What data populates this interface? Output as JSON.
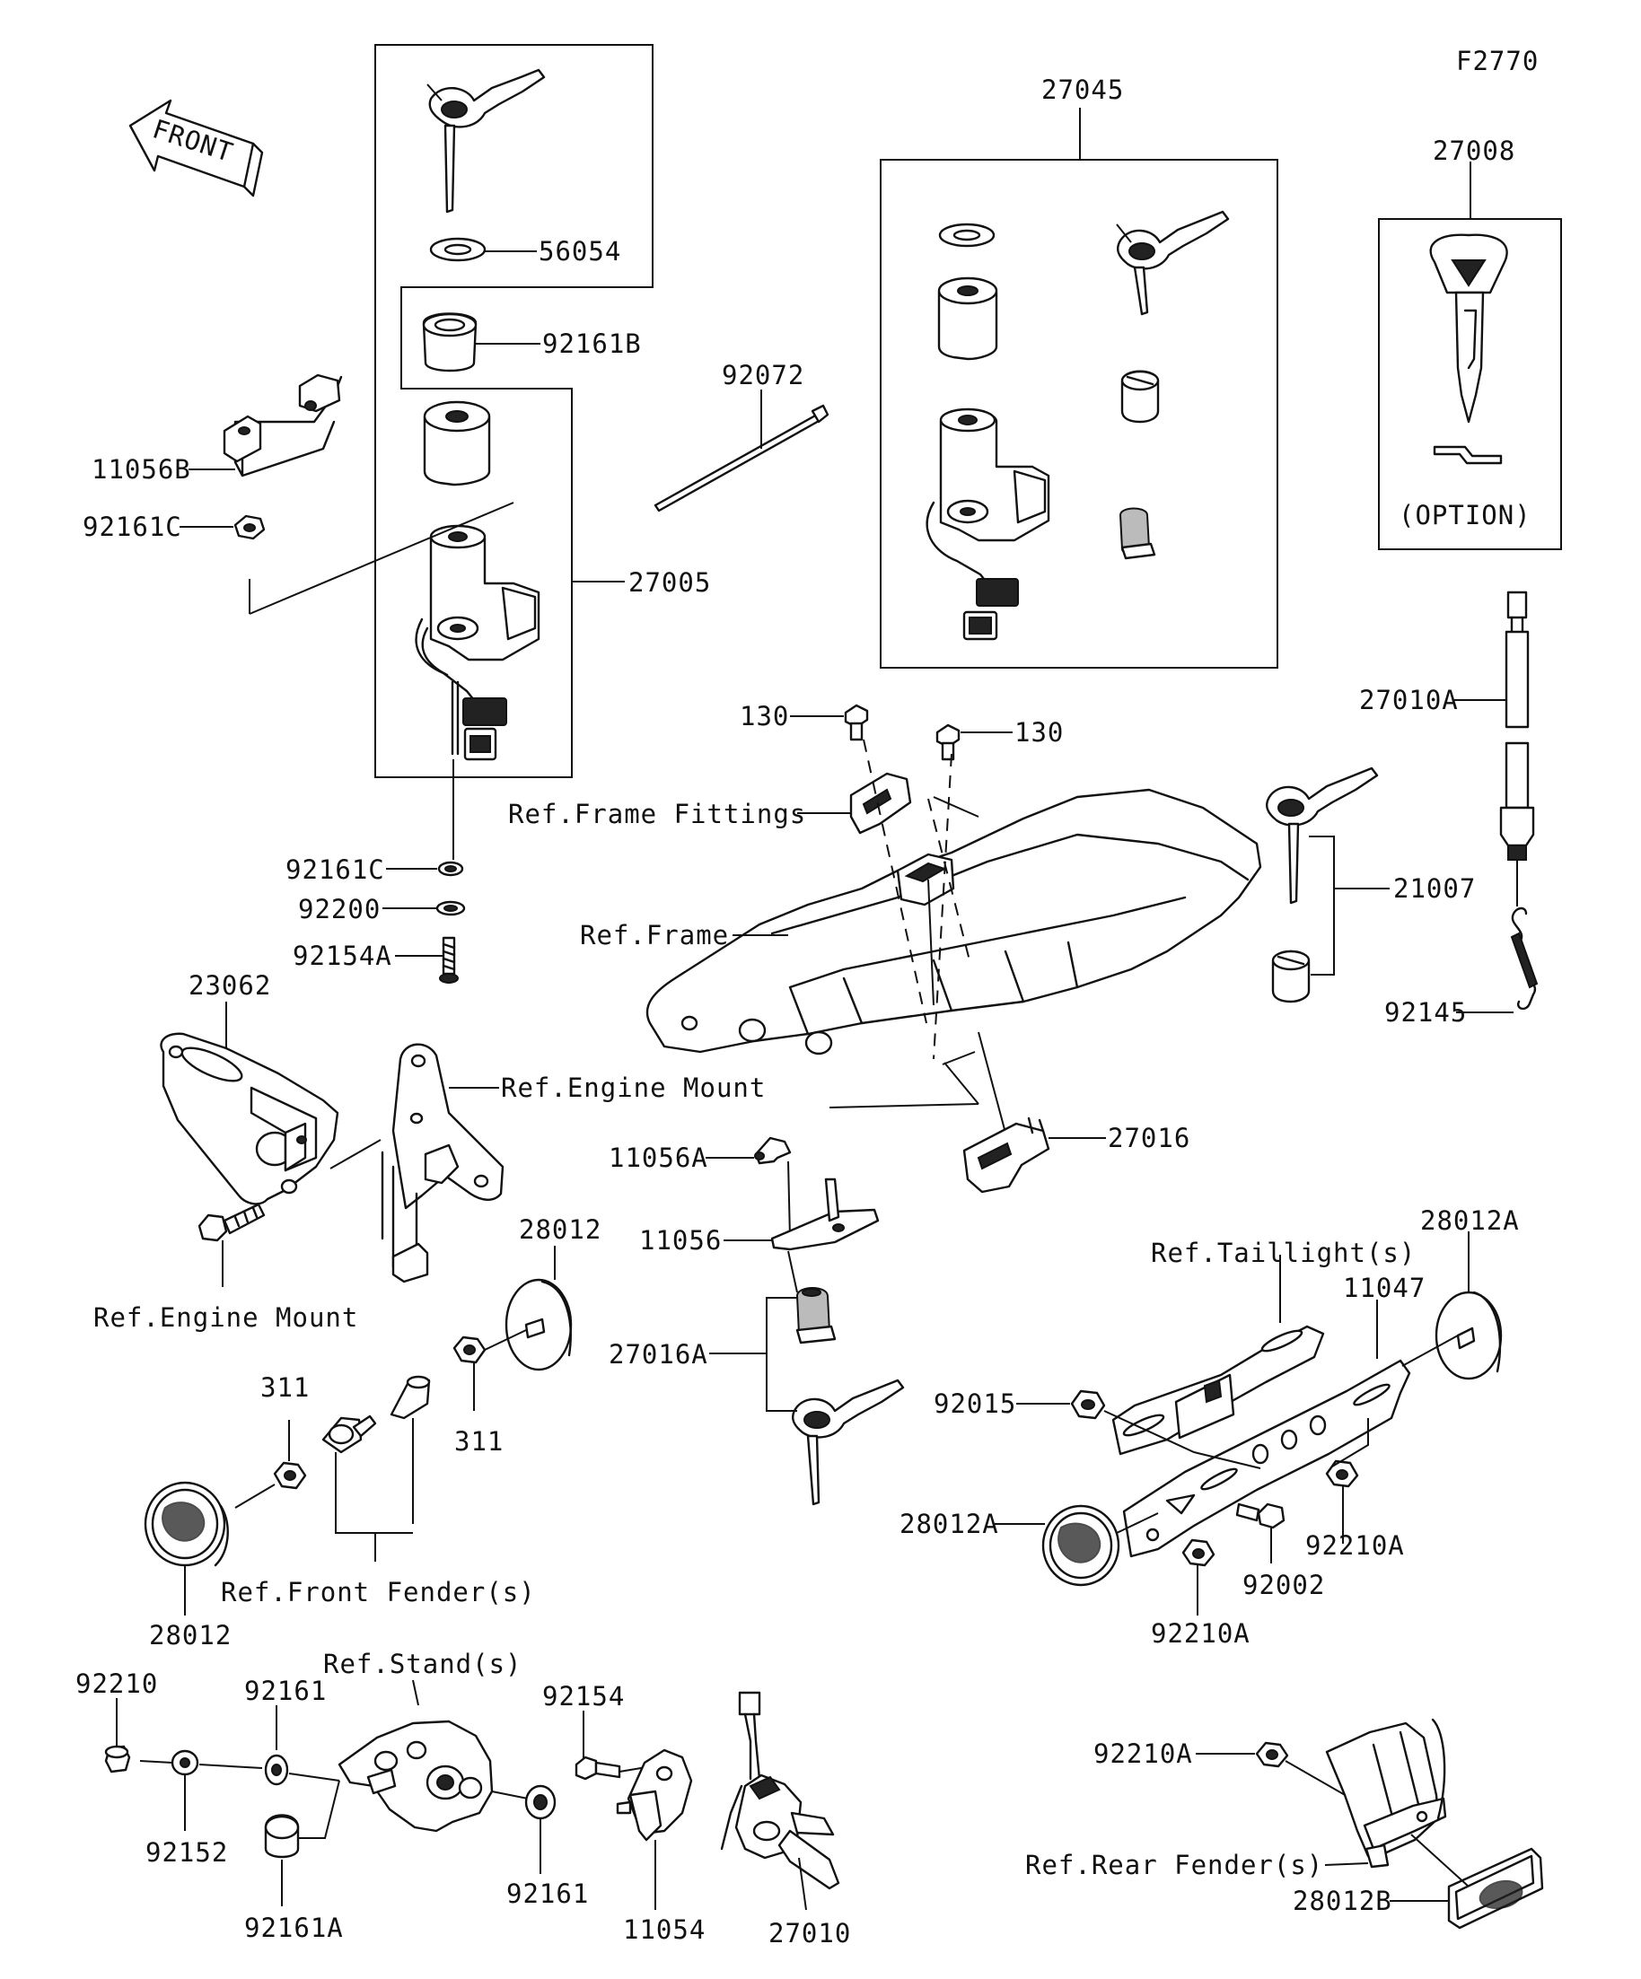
{
  "figure_code": "F2770",
  "front_arrow_label": "FRONT",
  "option_label": "(OPTION)",
  "part_numbers": {
    "p27045": "27045",
    "p27008": "27008",
    "p56054": "56054",
    "p92161B": "92161B",
    "p92072": "92072",
    "p11056B": "11056B",
    "p92161C_top": "92161C",
    "p27005": "27005",
    "p27010A": "27010A",
    "p130_left": "130",
    "p130_right": "130",
    "p21007": "21007",
    "p92161C_bottom": "92161C",
    "p92200": "92200",
    "p92154A": "92154A",
    "p92145": "92145",
    "p23062": "23062",
    "p27016": "27016",
    "p11056A": "11056A",
    "p11056": "11056",
    "p28012_top": "28012",
    "p28012A_right": "28012A",
    "p11047": "11047",
    "p27016A": "27016A",
    "p311_left": "311",
    "p311_right": "311",
    "p92015": "92015",
    "p28012A_left": "28012A",
    "p92002": "92002",
    "p92210A_mid": "92210A",
    "p92210A_low": "92210A",
    "p28012_bottom": "28012",
    "p92210": "92210",
    "p92161_left": "92161",
    "p92154": "92154",
    "p92152": "92152",
    "p92161_right": "92161",
    "p92161A": "92161A",
    "p11054": "11054",
    "p27010": "27010",
    "p92210A_rear": "92210A",
    "p28012B": "28012B"
  },
  "references": {
    "frame_fittings": "Ref.Frame Fittings",
    "frame": "Ref.Frame",
    "engine_mount_upper": "Ref.Engine Mount",
    "engine_mount_lower": "Ref.Engine Mount",
    "taillights": "Ref.Taillight(s)",
    "front_fenders": "Ref.Front Fender(s)",
    "stands": "Ref.Stand(s)",
    "rear_fenders": "Ref.Rear Fender(s)"
  }
}
